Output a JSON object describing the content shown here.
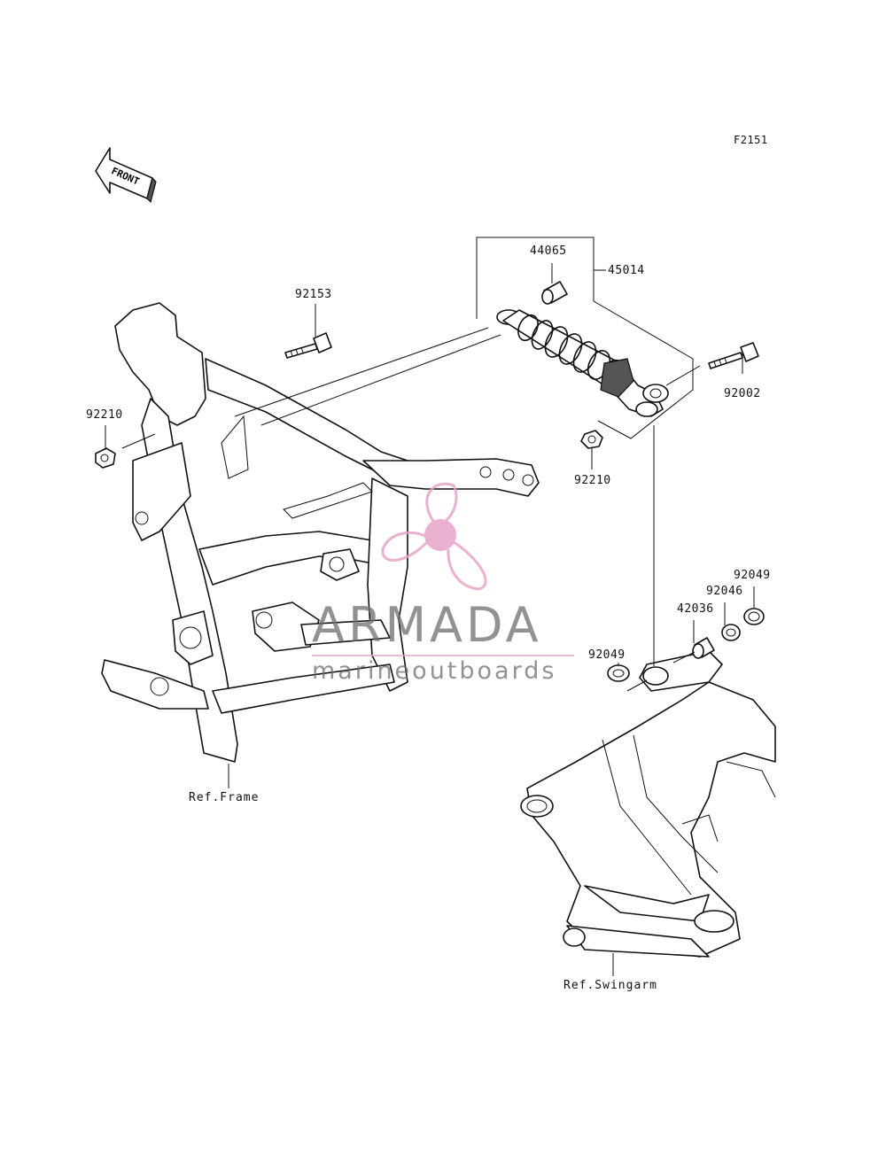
{
  "figure_code": "F2151",
  "front_label": "FRONT",
  "parts": [
    {
      "id": "44065"
    },
    {
      "id": "45014"
    },
    {
      "id": "92153"
    },
    {
      "id": "92002"
    },
    {
      "id": "92210"
    },
    {
      "id": "92210"
    },
    {
      "id": "92049"
    },
    {
      "id": "92046"
    },
    {
      "id": "42036"
    },
    {
      "id": "92049"
    }
  ],
  "refs": {
    "frame": "Ref.Frame",
    "swingarm": "Ref.Swingarm"
  },
  "watermark": {
    "brand": "ARMADA",
    "tagline": "marineoutboards",
    "accent": "#e6a3c8",
    "text_color": "#6e6e6e"
  }
}
